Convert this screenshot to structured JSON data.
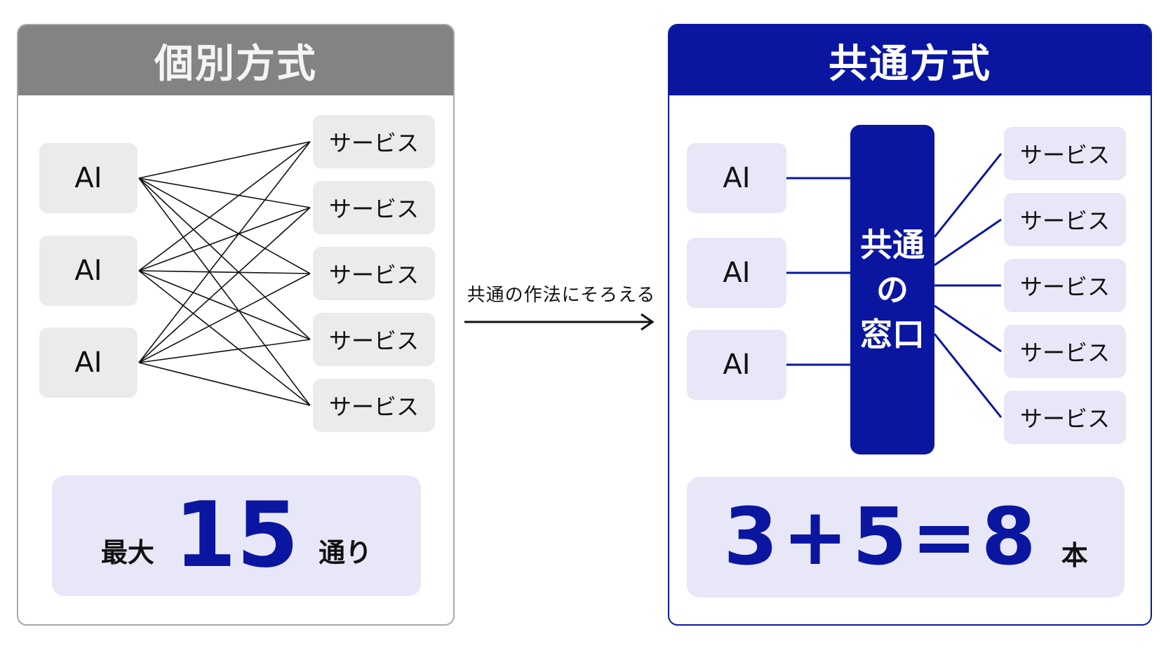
{
  "left_panel": {
    "title": "個別方式",
    "ai_items": [
      "AI",
      "AI",
      "AI"
    ],
    "service_items": [
      "サービス",
      "サービス",
      "サービス",
      "サービス",
      "サービス"
    ],
    "total_prefix": "最大",
    "total_value": "15",
    "total_suffix": "通り"
  },
  "transition": {
    "caption": "共通の作法にそろえる"
  },
  "right_panel": {
    "title": "共通方式",
    "ai_items": [
      "AI",
      "AI",
      "AI"
    ],
    "hub_label_line1": "共通",
    "hub_label_line2": "の",
    "hub_label_line3": "窓口",
    "service_items": [
      "サービス",
      "サービス",
      "サービス",
      "サービス",
      "サービス"
    ],
    "total_formula": "3+5=8",
    "total_unit": "本"
  },
  "colors": {
    "accent": "#0a16a0",
    "left_header": "#838383",
    "gray_box": "#ebebeb",
    "tint_box": "#e7e7f8"
  }
}
